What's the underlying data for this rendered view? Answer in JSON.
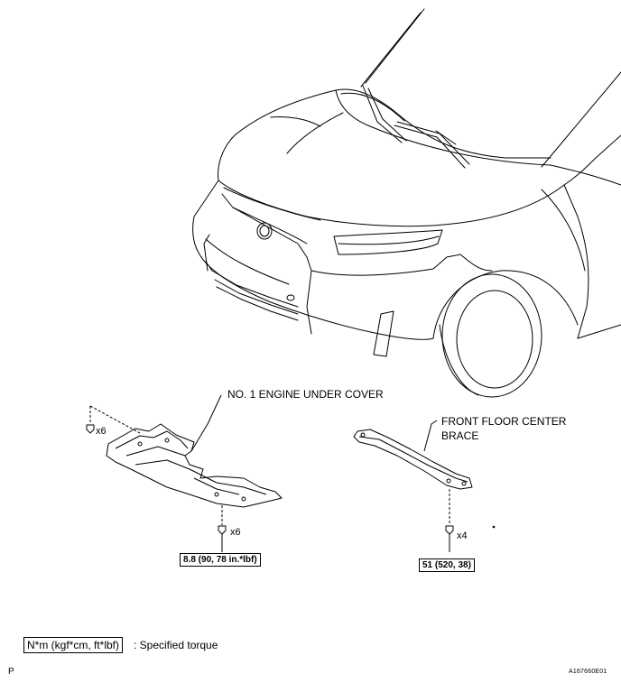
{
  "parts": {
    "under_cover": {
      "name": "NO. 1 ENGINE UNDER COVER",
      "qty_top": "x6",
      "qty_bottom": "x6",
      "torque": "8.8 (90, 78 in.*lbf)"
    },
    "brace": {
      "name_line1": "FRONT FLOOR CENTER",
      "name_line2": "BRACE",
      "qty": "x4",
      "torque": "51 (520, 38)"
    }
  },
  "legend": {
    "unit_box": "N*m (kgf*cm, ft*lbf)",
    "label": ": Specified torque"
  },
  "corner_letter": "P",
  "figure_code": "A167660E01"
}
